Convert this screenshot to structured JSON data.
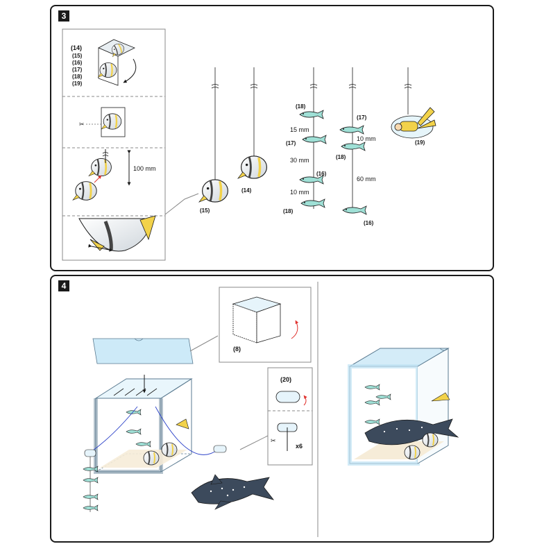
{
  "step3": {
    "badge": "3",
    "inset_labels": [
      "(14)",
      "(15)",
      "(16)",
      "(17)",
      "(18)",
      "(19)"
    ],
    "inset_measure": "100 mm",
    "fish_labels": {
      "p15": "(15)",
      "p14": "(14)",
      "p19": "(19)"
    },
    "chain_a": {
      "top": "(18)",
      "second": "(17)",
      "third": "(16)",
      "bottom": "(18)",
      "gap1": "15 mm",
      "gap2": "30 mm",
      "gap3": "10 mm"
    },
    "chain_b": {
      "top": "(17)",
      "second": "(18)",
      "bottom": "(16)",
      "gap1": "10 mm",
      "gap2": "60 mm"
    }
  },
  "step4": {
    "badge": "4",
    "lid_label": "(8)",
    "roll_label": "(20)",
    "cut_count": "x6"
  },
  "colors": {
    "glass": "#d4ecf8",
    "frame": "#bfe2f4",
    "stroke": "#1a1a1a",
    "fish": "#9fe0d6",
    "yellow": "#f2d24a",
    "shark": "#3c4a5c",
    "sand": "#f6ecd8",
    "arrow_red": "#e0322e"
  }
}
